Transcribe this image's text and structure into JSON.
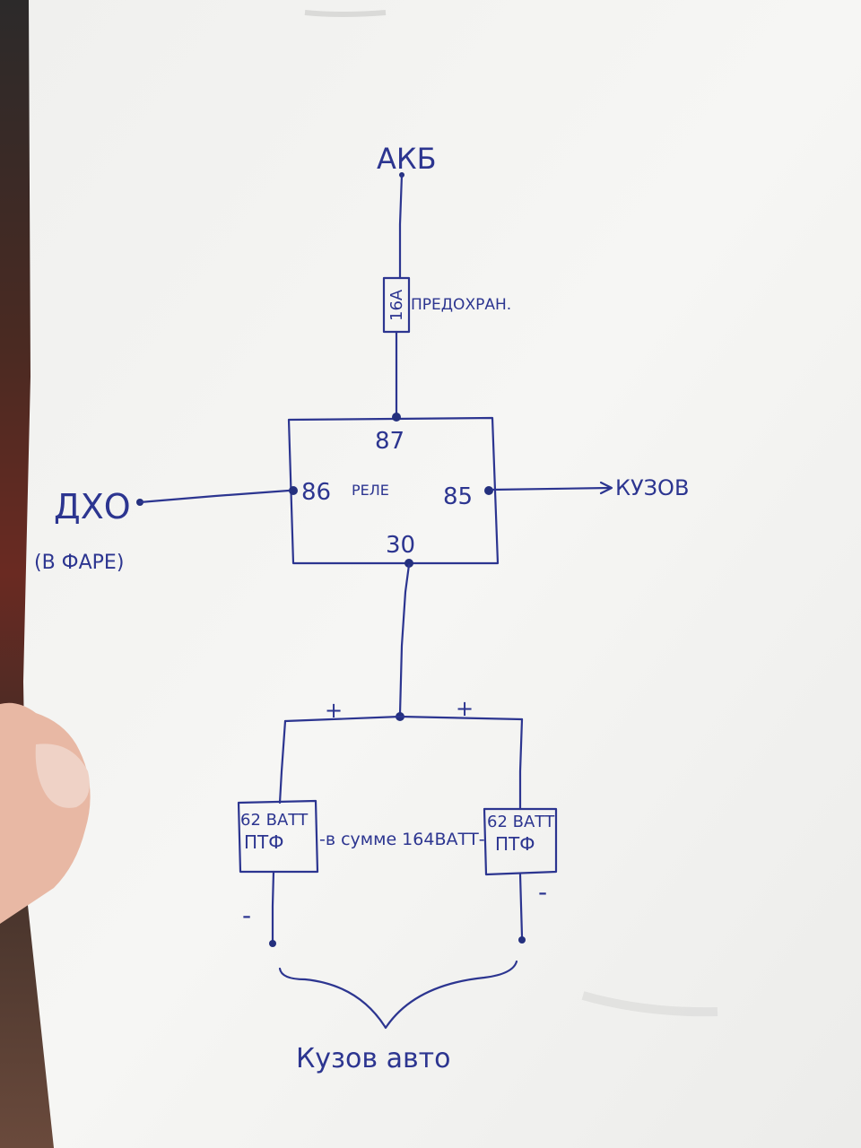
{
  "diagram": {
    "battery_label": "АКБ",
    "fuse_rating": "16А",
    "fuse_label": "ПРЕДОХРАН.",
    "relay": {
      "label": "РЕЛЕ",
      "pin_87": "87",
      "pin_86": "86",
      "pin_85": "85",
      "pin_30": "30"
    },
    "drl_label": "ДХО",
    "drl_sublabel": "(В ФАРЕ)",
    "ground_right_label": "КУЗОВ",
    "plus_left": "+",
    "plus_right": "+",
    "lamp_left": {
      "power": "62 ВАТТ",
      "name": "ПТФ"
    },
    "lamp_right": {
      "power": "62 ВАТТ",
      "name": "ПТФ"
    },
    "total_note": "-в сумме 164ВАТТ-",
    "minus_left": "-",
    "minus_right": "-",
    "ground_bottom_label": "Кузов авто"
  },
  "colors": {
    "ink": "#2c3590",
    "paper": "#f4f4f2"
  }
}
